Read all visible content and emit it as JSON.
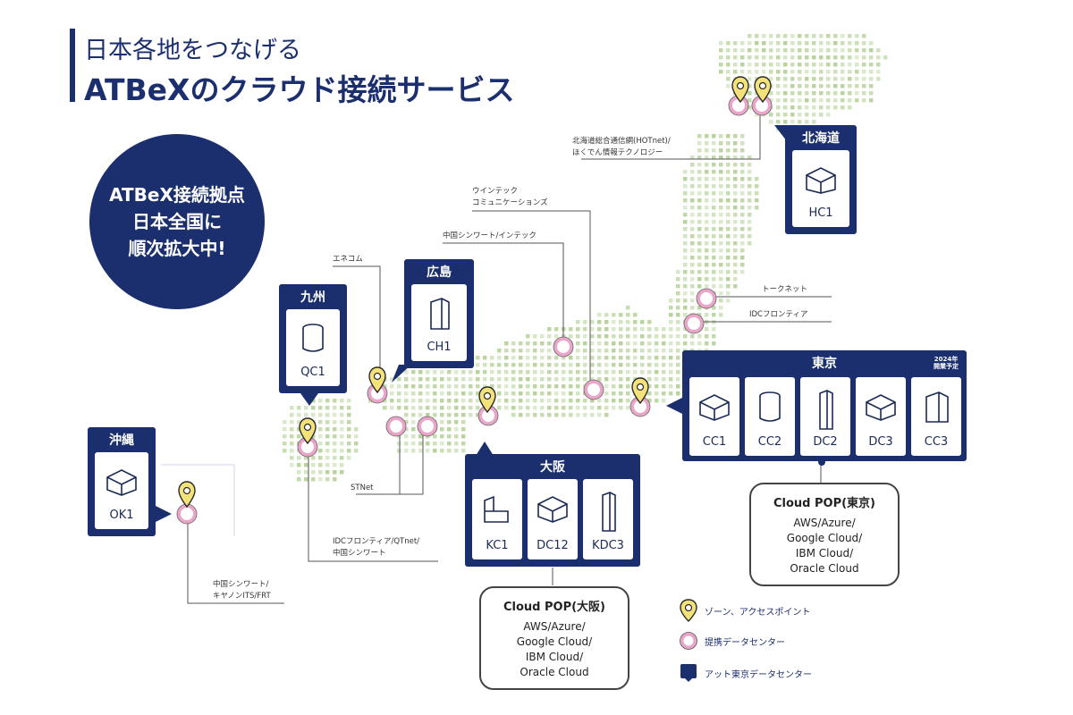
{
  "title": {
    "line1": "日本各地をつなげる",
    "line2": "ATBeXのクラウド接続サービス"
  },
  "badge": {
    "lines": [
      "ATBeX接続拠点",
      "日本全国に",
      "順次拡大中!"
    ]
  },
  "regions": {
    "hokkaido": {
      "name": "北海道",
      "dcs": [
        "HC1"
      ]
    },
    "kyushu": {
      "name": "九州",
      "dcs": [
        "QC1"
      ]
    },
    "hiroshima": {
      "name": "広島",
      "dcs": [
        "CH1"
      ]
    },
    "okinawa": {
      "name": "沖縄",
      "dcs": [
        "OK1"
      ]
    },
    "osaka": {
      "name": "大阪",
      "dcs": [
        "KC1",
        "DC12",
        "KDC3"
      ]
    },
    "tokyo": {
      "name": "東京",
      "dcs": [
        "CC1",
        "CC2",
        "DC2",
        "DC3",
        "CC3"
      ],
      "note": "2024年 開業予定"
    }
  },
  "partners": {
    "hokkaido": [
      "北海道総合通信網(HOTnet)/",
      "ほくでん情報テクノロジー"
    ],
    "wintech": [
      "ウインテック",
      "コミュニケーションズ"
    ],
    "chugoku": [
      "中国シンワート/インテック"
    ],
    "enecom": [
      "エネコム"
    ],
    "tokai": [
      "トークネット"
    ],
    "idc_east": [
      "IDCフロンティア"
    ],
    "stnet": [
      "STNet"
    ],
    "kyushu": [
      "IDCフロンティア/QTnet/",
      "中国シンワート"
    ],
    "okinawa": [
      "中国シンワート/",
      "キヤノンITS/FRT"
    ]
  },
  "cloud_pop": {
    "osaka": {
      "title": "Cloud POP(大阪)",
      "lines": [
        "AWS/Azure/",
        "Google Cloud/",
        "IBM Cloud/",
        "Oracle Cloud"
      ]
    },
    "tokyo": {
      "title": "Cloud POP(東京)",
      "lines": [
        "AWS/Azure/",
        "Google Cloud/",
        "IBM Cloud/",
        "Oracle Cloud"
      ]
    }
  },
  "legend": {
    "zone": "ゾーン、アクセスポイント",
    "partner": "提携データセンター",
    "at_tokyo": "アット東京データセンター"
  },
  "colors": {
    "navy": "#1b2f6e",
    "pin": "#f3e27a",
    "ring": "#e9a6c8",
    "dots": "#b6d39a"
  }
}
